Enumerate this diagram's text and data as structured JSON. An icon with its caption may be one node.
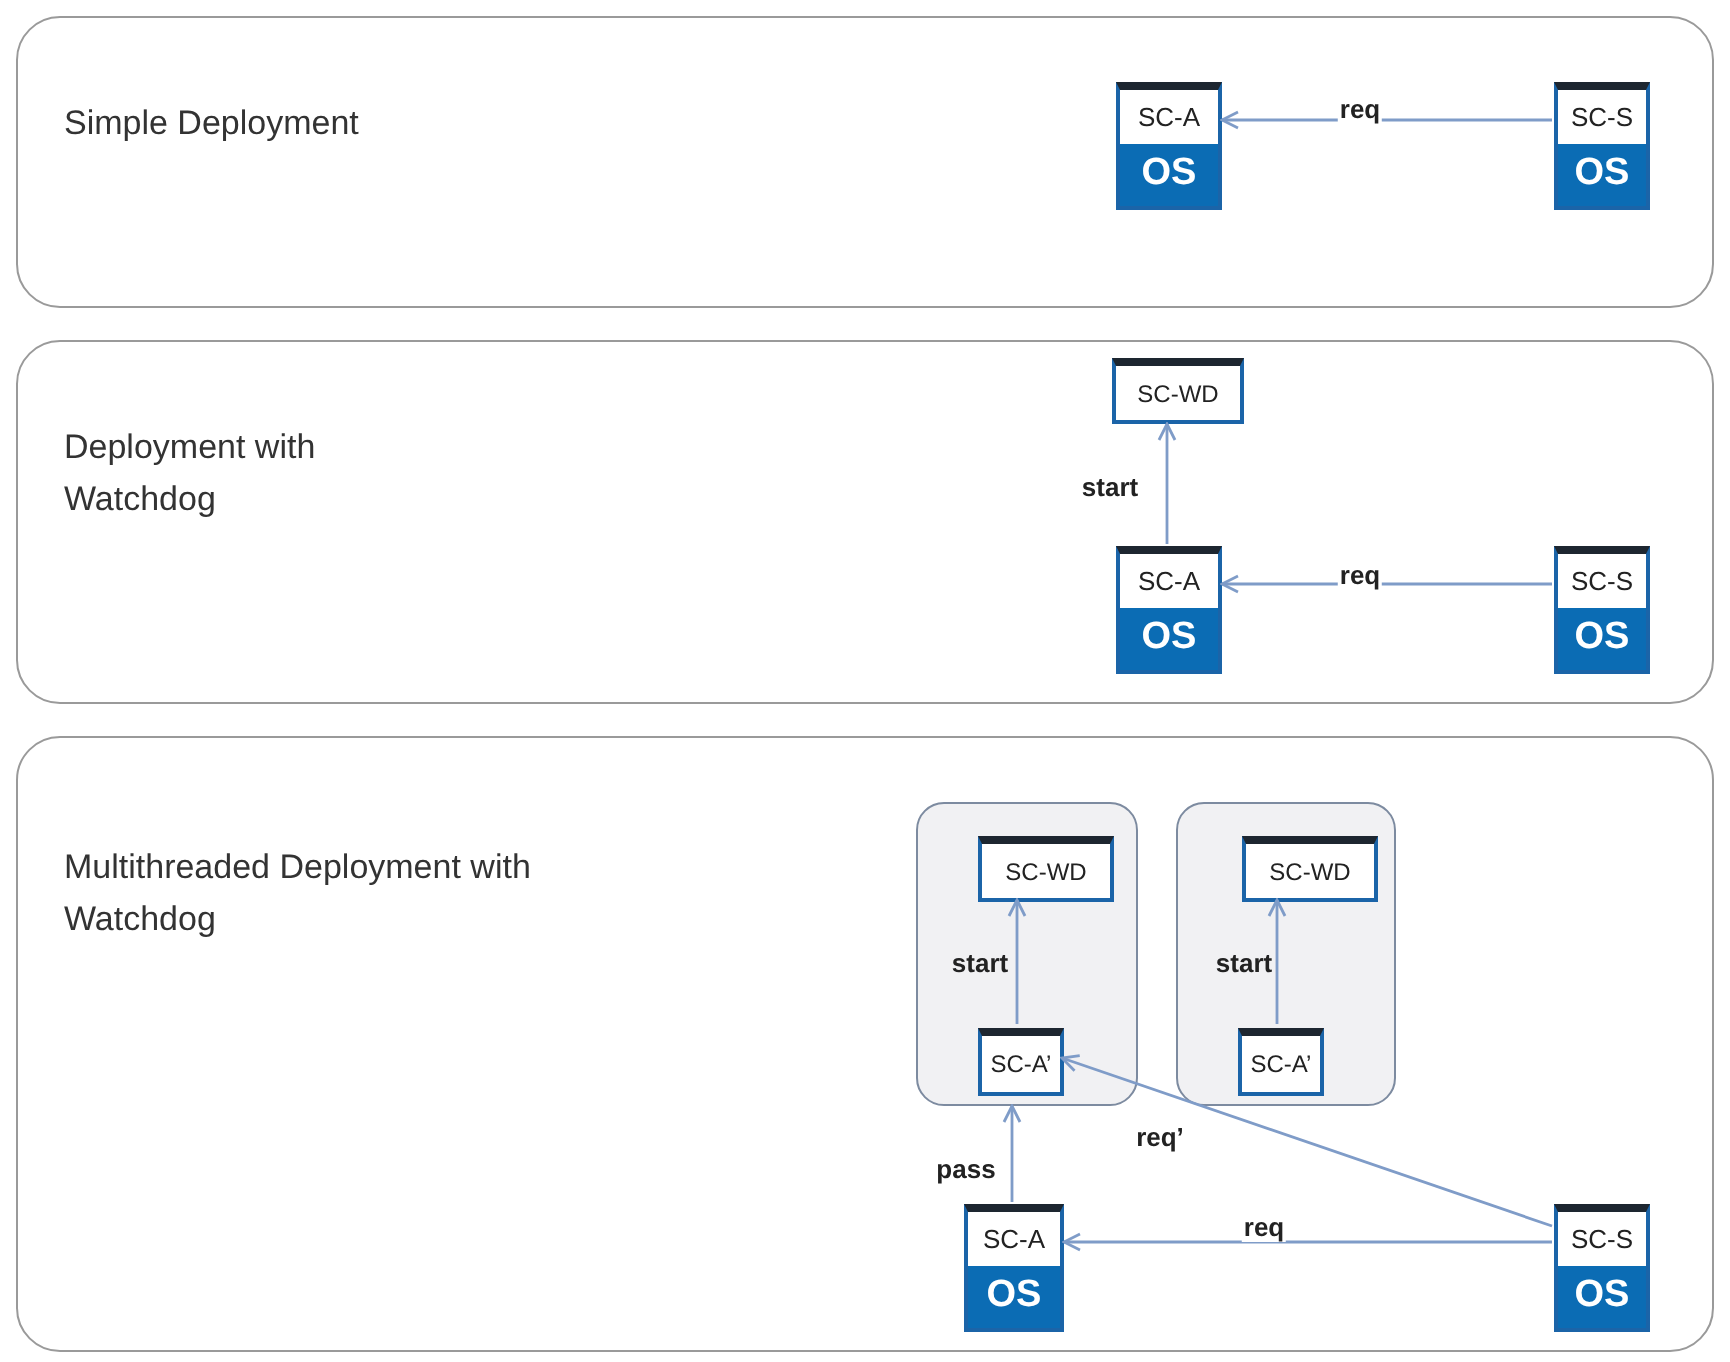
{
  "diagram": {
    "nodes": [
      {
        "text": [
          "Simple Deployment"
        ]
      },
      {
        "text": [
          "SC-A",
          "OS"
        ],
        "in": 0
      },
      {
        "text": [
          "SC-S",
          "OS"
        ],
        "in": 0
      },
      {
        "text": [
          "Deployment with Watchdog"
        ]
      },
      {
        "text": [
          "SC-WD"
        ],
        "in": 3
      },
      {
        "text": [
          "SC-A",
          "OS"
        ],
        "in": 3
      },
      {
        "text": [
          "SC-S",
          "OS"
        ],
        "in": 3
      },
      {
        "text": [
          "Multithreaded Deployment with Watchdog"
        ]
      },
      {
        "text": [],
        "shape": "box",
        "in": 7
      },
      {
        "text": [
          "SC-WD"
        ],
        "in": 8
      },
      {
        "text": [
          "SC-A’"
        ],
        "in": 8
      },
      {
        "text": [],
        "shape": "box",
        "in": 7
      },
      {
        "text": [
          "SC-WD"
        ],
        "in": 11
      },
      {
        "text": [
          "SC-A’"
        ],
        "in": 11
      },
      {
        "text": [
          "SC-A",
          "OS"
        ],
        "in": 7
      },
      {
        "text": [
          "SC-S",
          "OS"
        ],
        "in": 7
      }
    ],
    "edges": [
      {
        "from": 2,
        "to": 1,
        "arrow": "to",
        "label": "req"
      },
      {
        "from": 5,
        "to": 4,
        "arrow": "to",
        "label": "start"
      },
      {
        "from": 6,
        "to": 5,
        "arrow": "to",
        "label": "req"
      },
      {
        "from": 10,
        "to": 9,
        "arrow": "to",
        "label": "start"
      },
      {
        "from": 13,
        "to": 12,
        "arrow": "to",
        "label": "start"
      },
      {
        "from": 14,
        "to": 8,
        "arrow": "to",
        "label": "pass"
      },
      {
        "from": 15,
        "to": 10,
        "arrow": "to",
        "label": "req’"
      },
      {
        "from": 15,
        "to": 14,
        "arrow": "to",
        "label": "req"
      }
    ]
  }
}
